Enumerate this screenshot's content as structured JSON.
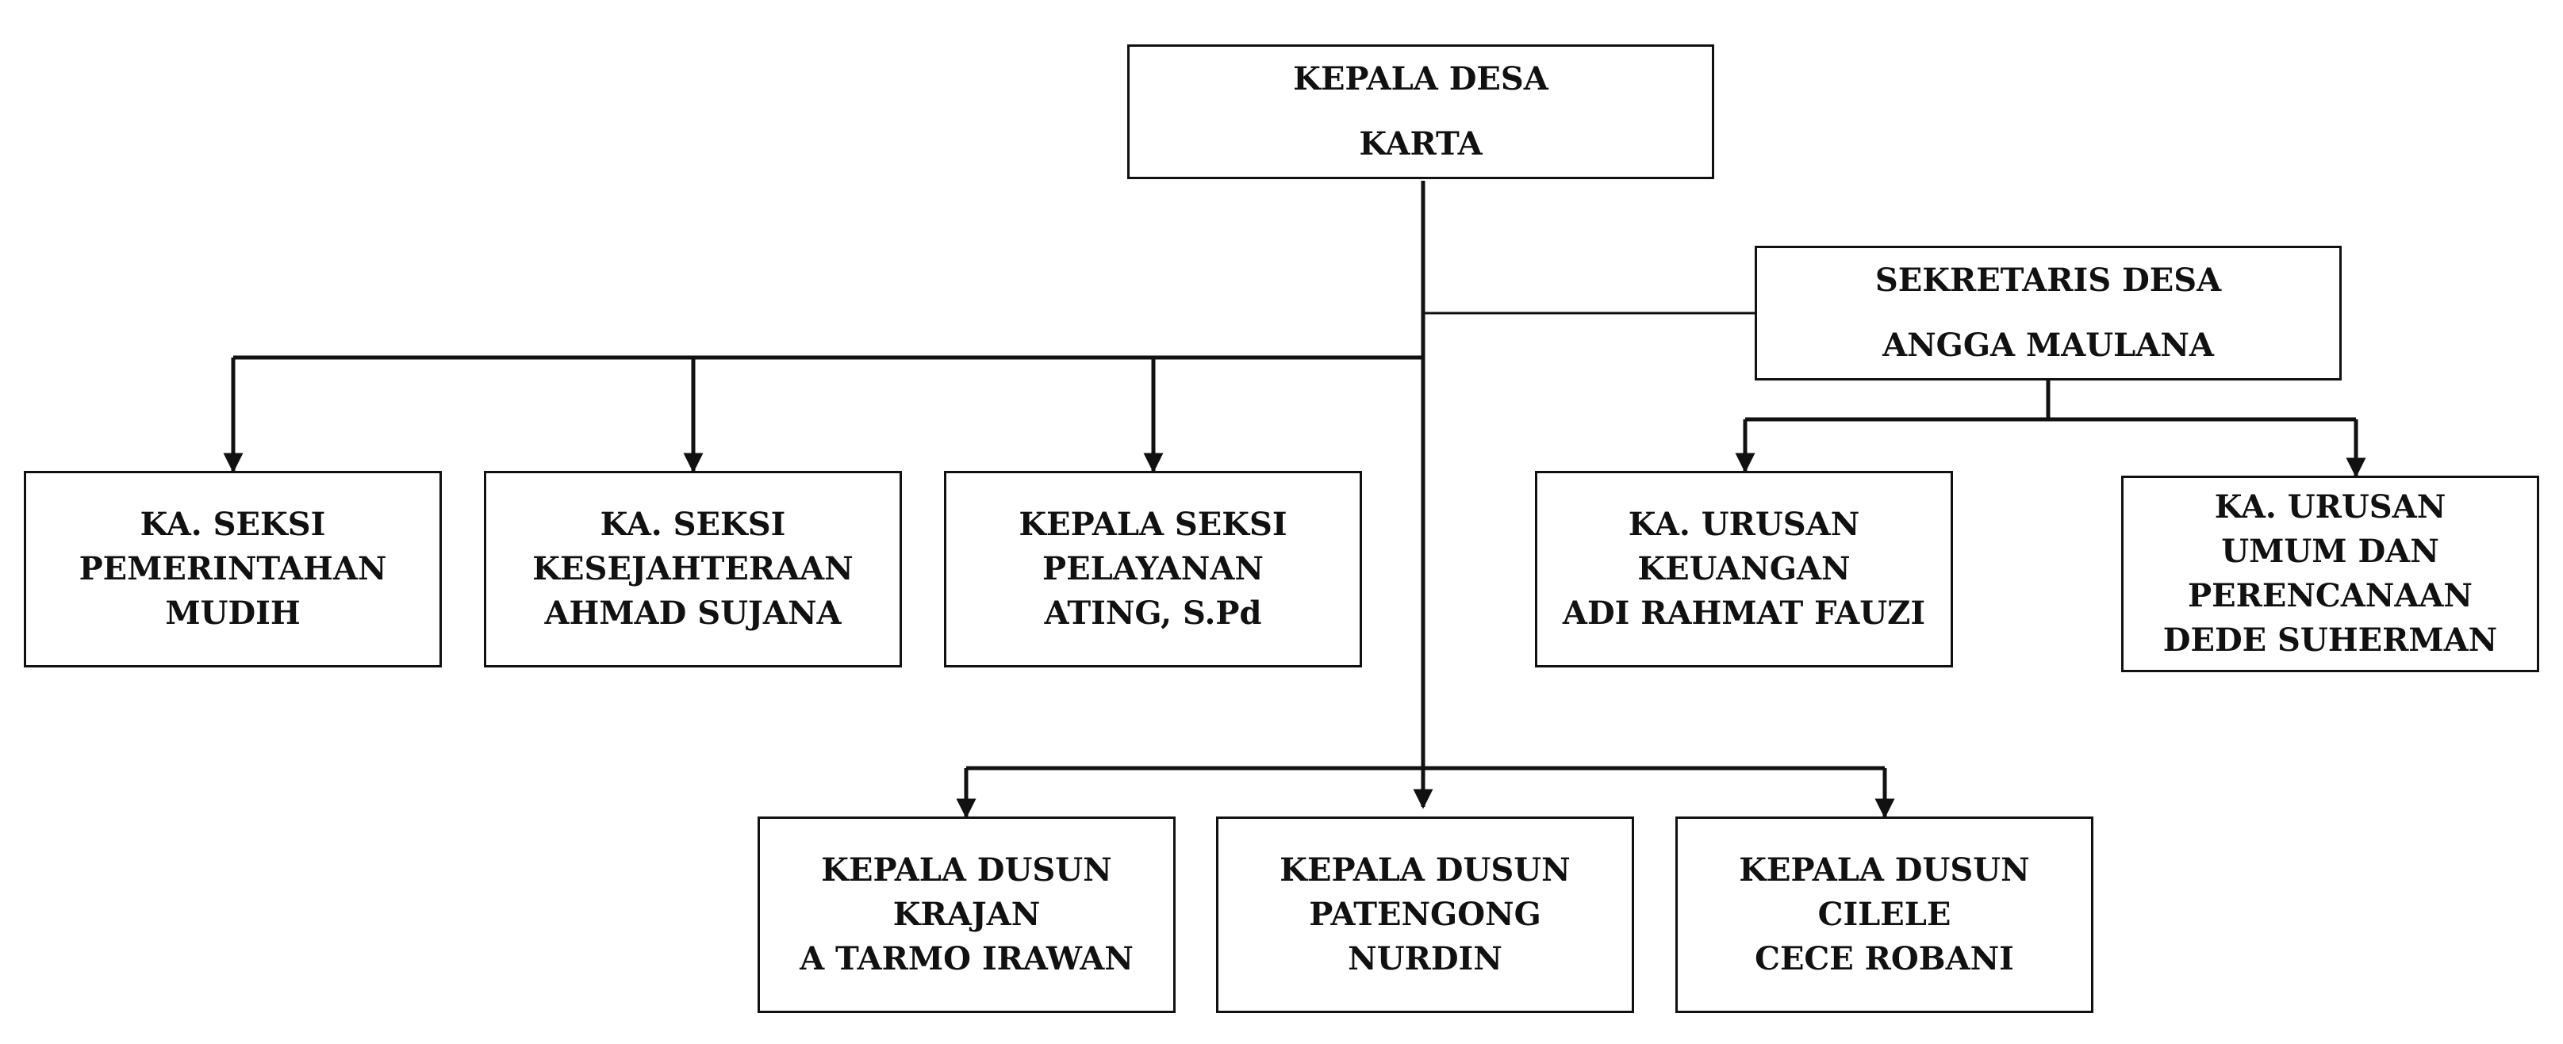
{
  "nodes": {
    "kepala_desa": {
      "lines": [
        "KEPALA DESA",
        "KARTA"
      ]
    },
    "sekretaris_desa": {
      "lines": [
        "SEKRETARIS DESA",
        "ANGGA MAULANA"
      ]
    },
    "seksi_pemerintahan": {
      "lines": [
        "KA. SEKSI",
        "PEMERINTAHAN",
        "MUDIH"
      ]
    },
    "seksi_kesejahteraan": {
      "lines": [
        "KA. SEKSI",
        "KESEJAHTERAAN",
        "AHMAD SUJANA"
      ]
    },
    "seksi_pelayanan": {
      "lines": [
        "KEPALA SEKSI",
        "PELAYANAN",
        "ATING, S.Pd"
      ]
    },
    "urusan_keuangan": {
      "lines": [
        "KA. URUSAN",
        "KEUANGAN",
        "ADI RAHMAT FAUZI"
      ]
    },
    "urusan_umum": {
      "lines": [
        "KA. URUSAN",
        "UMUM DAN",
        "PERENCANAAN",
        "DEDE SUHERMAN"
      ]
    },
    "dusun_krajan": {
      "lines": [
        "KEPALA DUSUN",
        "KRAJAN",
        "A TARMO IRAWAN"
      ]
    },
    "dusun_patengong": {
      "lines": [
        "KEPALA DUSUN",
        "PATENGONG",
        "NURDIN"
      ]
    },
    "dusun_cilele": {
      "lines": [
        "KEPALA DUSUN",
        "CILELE",
        "CECE ROBANI"
      ]
    }
  },
  "colors": {
    "line": "#111111",
    "box_border": "#111111",
    "background": "#ffffff"
  }
}
